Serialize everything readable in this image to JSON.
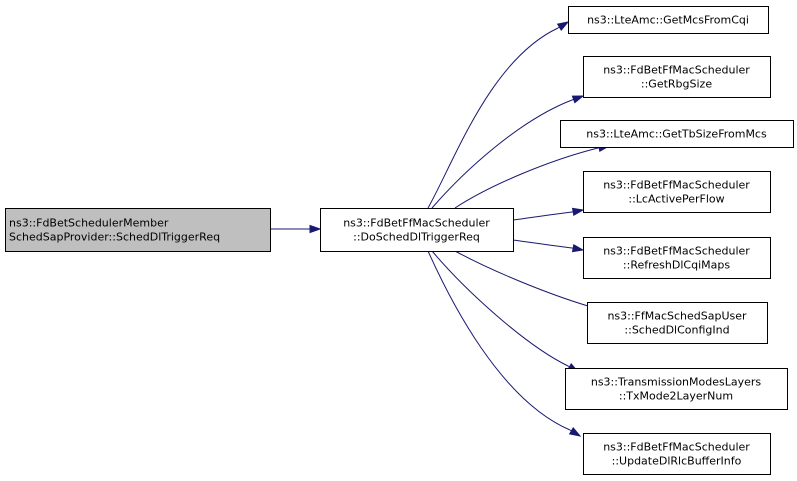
{
  "colors": {
    "root_fill": "#bfbfbf",
    "node_fill": "#ffffff",
    "border": "#000000",
    "edge": "#191970"
  },
  "nodes": {
    "root": {
      "lines": [
        "ns3::FdBetSchedulerMember",
        "SchedSapProvider::SchedDlTriggerReq"
      ]
    },
    "do_sched": {
      "lines": [
        "ns3::FdBetFfMacScheduler",
        "::DoSchedDlTriggerReq"
      ]
    },
    "get_mcs": {
      "lines": [
        "ns3::LteAmc::GetMcsFromCqi"
      ]
    },
    "get_rbg": {
      "lines": [
        "ns3::FdBetFfMacScheduler",
        "::GetRbgSize"
      ]
    },
    "get_tb": {
      "lines": [
        "ns3::LteAmc::GetTbSizeFromMcs"
      ]
    },
    "lc_active": {
      "lines": [
        "ns3::FdBetFfMacScheduler",
        "::LcActivePerFlow"
      ]
    },
    "refresh": {
      "lines": [
        "ns3::FdBetFfMacScheduler",
        "::RefreshDlCqiMaps"
      ]
    },
    "sched_cfg": {
      "lines": [
        "ns3::FfMacSchedSapUser",
        "::SchedDlConfigInd"
      ]
    },
    "txmode": {
      "lines": [
        "ns3::TransmissionModesLayers",
        "::TxMode2LayerNum"
      ]
    },
    "update": {
      "lines": [
        "ns3::FdBetFfMacScheduler",
        "::UpdateDlRlcBufferInfo"
      ]
    }
  },
  "edges": [
    {
      "from": "root",
      "to": "do_sched"
    },
    {
      "from": "do_sched",
      "to": "get_mcs"
    },
    {
      "from": "do_sched",
      "to": "get_rbg"
    },
    {
      "from": "do_sched",
      "to": "get_tb"
    },
    {
      "from": "do_sched",
      "to": "lc_active"
    },
    {
      "from": "do_sched",
      "to": "refresh"
    },
    {
      "from": "do_sched",
      "to": "sched_cfg"
    },
    {
      "from": "do_sched",
      "to": "txmode"
    },
    {
      "from": "do_sched",
      "to": "update"
    }
  ]
}
